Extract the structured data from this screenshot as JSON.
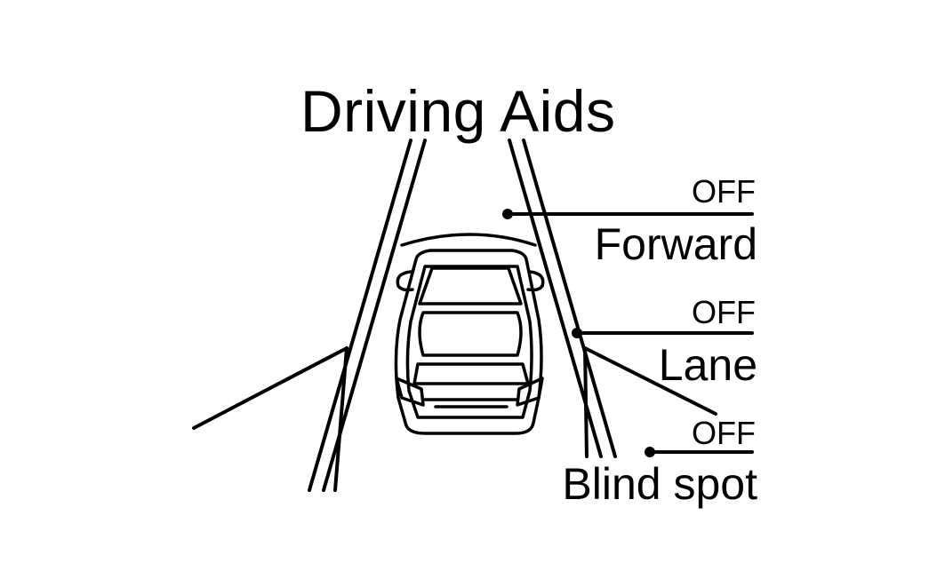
{
  "title": "Driving Aids",
  "items": [
    {
      "name": "Forward",
      "state": "OFF"
    },
    {
      "name": "Lane",
      "state": "OFF"
    },
    {
      "name": "Blind spot",
      "state": "OFF"
    }
  ],
  "colors": {
    "ink": "#000000",
    "background": "#ffffff"
  }
}
